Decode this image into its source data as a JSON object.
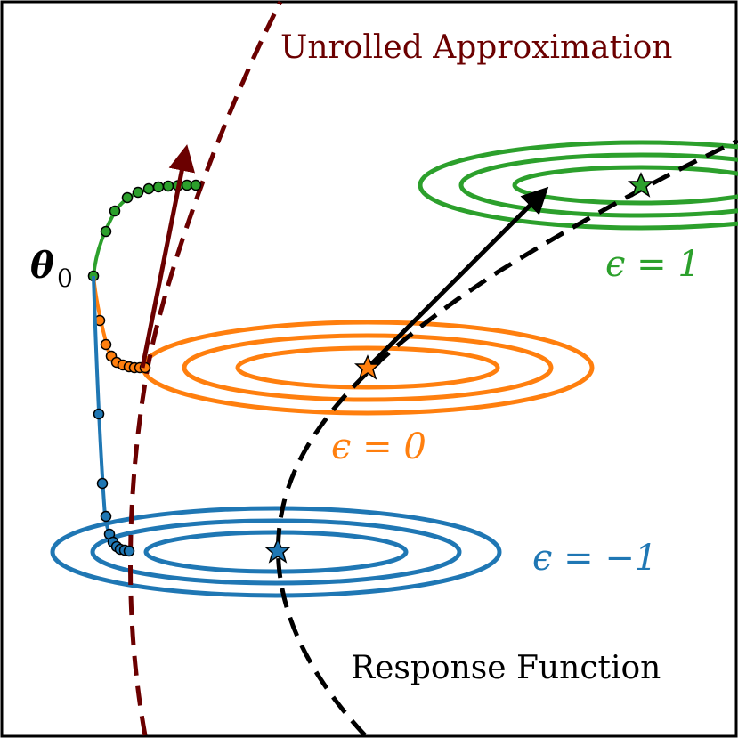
{
  "labels": {
    "unrolled": "Unrolled Approximation",
    "response": "Response Function",
    "eps_pos1": "ϵ = 1",
    "eps_zero": "ϵ = 0",
    "eps_neg1": "ϵ = −1",
    "theta_symbol": "θ",
    "theta_subscript": "0"
  },
  "colors": {
    "green": "#2ca02c",
    "orange": "#ff7f0e",
    "blue": "#1f77b4",
    "dark_red": "#6b0000",
    "black": "#000000"
  },
  "icons": {
    "optimum_marker": "star"
  }
}
